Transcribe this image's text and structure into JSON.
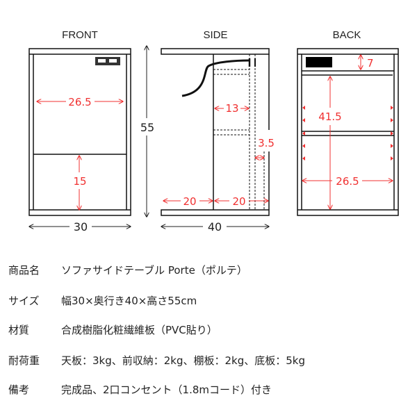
{
  "views": {
    "front": "FRONT",
    "side": "SIDE",
    "back": "BACK"
  },
  "dims": {
    "front_inner_width": "26.5",
    "front_lower_height": "15",
    "height": "55",
    "width": "30",
    "side_shelf_depth": "13",
    "side_gap": "3.5",
    "side_front_depth": "20",
    "side_rear_depth": "20",
    "depth": "40",
    "back_top_height": "7",
    "back_height": "41.5",
    "back_inner_width": "26.5"
  },
  "colors": {
    "dimension": "#f03030",
    "line": "#111111"
  },
  "specs": [
    {
      "label": "商品名",
      "value": "ソファサイドテーブル Porte（ポルテ）"
    },
    {
      "label": "サイズ",
      "value": "幅30×奥行き40×高さ55cm"
    },
    {
      "label": "材質",
      "value": "合成樹脂化粧繊維板（PVC貼り）"
    },
    {
      "label": "耐荷重",
      "value": "天板：3kg、前収納：2kg、棚板：2kg、底板：5kg"
    },
    {
      "label": "備考",
      "value": "完成品、2口コンセント（1.8mコード）付き"
    }
  ]
}
